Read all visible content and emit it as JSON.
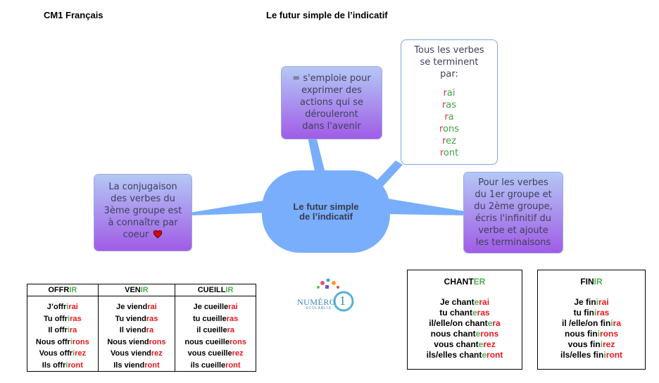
{
  "header": {
    "left": "CM1 Français",
    "right": "Le futur simple de l’indicatif"
  },
  "map": {
    "center": [
      "Le futur simple",
      "de l’indicatif"
    ],
    "top": [
      "= s'emploie pour",
      "exprimer des",
      "actions qui se",
      "dérouleront",
      "dans l'avenir"
    ],
    "left": [
      "La conjugaison",
      "des verbes du",
      "3ème groupe est",
      "à connaître par",
      "coeur"
    ],
    "right": [
      "Pour les verbes",
      "du 1er groupe et",
      "du 2ème groupe,",
      "écris l'infinitif du",
      "verbe et ajoute",
      "les terminaisons"
    ],
    "endings_title": [
      "Tous les verbes",
      "se terminent",
      "par:"
    ],
    "endings": [
      {
        "a": "r",
        "b": "ai"
      },
      {
        "a": "r",
        "b": "as"
      },
      {
        "a": "r",
        "b": "a"
      },
      {
        "a": "r",
        "b": "ons"
      },
      {
        "a": "r",
        "b": "ez"
      },
      {
        "a": "r",
        "b": "ont"
      }
    ]
  },
  "logo": {
    "text": "NUMÉRO",
    "sub": "SCOLABLIS",
    "num": "1"
  },
  "table": {
    "headers": [
      {
        "stem": "OFFR",
        "end": "IR"
      },
      {
        "stem": "VEN",
        "end": "IR"
      },
      {
        "stem": "CUEILL",
        "end": "IR"
      }
    ],
    "cols": [
      [
        [
          "J’offr",
          "i",
          "rai"
        ],
        [
          "Tu offr",
          "i",
          "ras"
        ],
        [
          "Il offr",
          "i",
          "ra"
        ],
        [
          "Nous offr",
          "i",
          "rons"
        ],
        [
          "Vous offr",
          "i",
          "rez"
        ],
        [
          "Ils offr",
          "i",
          "ront"
        ]
      ],
      [
        [
          "Je viend",
          "",
          "rai"
        ],
        [
          "Tu viend",
          "",
          "ras"
        ],
        [
          "Il viend",
          "",
          "ra"
        ],
        [
          "Nous viend",
          "",
          "rons"
        ],
        [
          "Vous viend",
          "",
          "rez"
        ],
        [
          "Ils viend",
          "",
          "ront"
        ]
      ],
      [
        [
          "Je cueille",
          "",
          "rai"
        ],
        [
          "tu cueille",
          "",
          "ras"
        ],
        [
          "il cueille",
          "",
          "ra"
        ],
        [
          "nous cueille",
          "",
          "rons"
        ],
        [
          "vous cueille",
          "",
          "rez"
        ],
        [
          "ils cueille",
          "",
          "ront"
        ]
      ]
    ]
  },
  "chanter": {
    "title_stem": "CHANT",
    "title_end": "ER",
    "lines": [
      [
        "Je chant",
        "e",
        "rai"
      ],
      [
        "tu chant",
        "e",
        "ras"
      ],
      [
        "il/elle/on chant",
        "e",
        "ra"
      ],
      [
        "nous chant",
        "e",
        "rons"
      ],
      [
        "vous chant",
        "e",
        "rez"
      ],
      [
        "ils/elles chant",
        "e",
        "ront"
      ]
    ]
  },
  "finir": {
    "title_stem": "FIN",
    "title_end": "IR",
    "lines": [
      [
        "Je fin",
        "i",
        "rai"
      ],
      [
        "tu  fin",
        "i",
        "ras"
      ],
      [
        "il /elle/on  fin",
        "i",
        "ra"
      ],
      [
        "nous fin",
        "i",
        "rons"
      ],
      [
        "vous fin",
        "i",
        "rez"
      ],
      [
        "ils/elles fin",
        "i",
        "ront"
      ]
    ]
  },
  "colors": {
    "green": "#4caf50",
    "red": "#e8161b",
    "purple": "#a05ce6",
    "blue": "#78aefc"
  }
}
